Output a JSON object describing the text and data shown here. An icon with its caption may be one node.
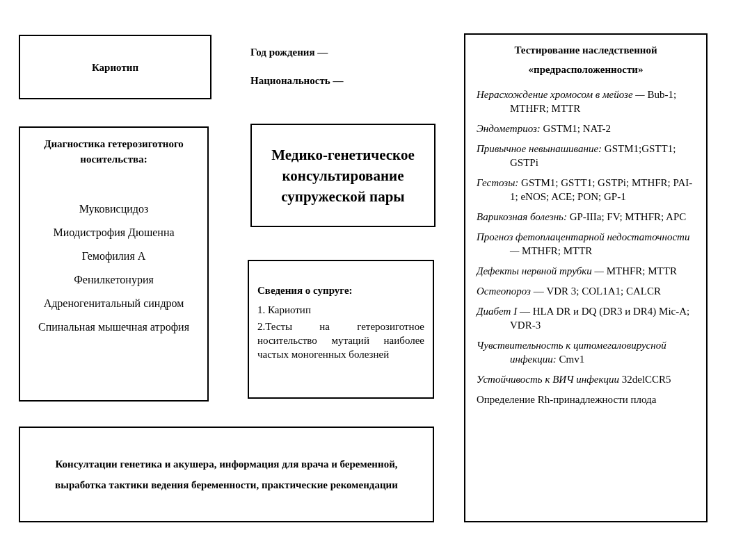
{
  "diagram": {
    "nodes": [
      {
        "text": [
          "Кариотип"
        ]
      },
      {
        "text": [
          "Диагностика гетерозиготного носительства:",
          "Муковисцидоз",
          "Миодистрофия Дюшенна",
          "Гемофилия А",
          "Фенилкетонурия",
          "Адреногенитальный синдром",
          "Спинальная мышечная атрофия"
        ]
      },
      {
        "text": [
          "Медико-генетическое консультирование супружеской пары"
        ]
      },
      {
        "text": [
          "Сведения о супруге:",
          "1. Кариотип",
          "2.Тесты на гетерозиготное носительство мутаций наиболее частых моногенных болезней"
        ]
      },
      {
        "text": [
          "Консултации генетика и акушера, информация для врача и беременной, выработка тактики ведения беременности, практические рекомендации"
        ]
      },
      {
        "text": [
          "Тестирование наследственной «предрасположенности»",
          "*Нерасхождение хромосом в мейозе —* Bub-1; MTHFR; MTTR",
          "*Эндометриоз:* GSTM1; NAT-2",
          "*Привычное невынашивание:* GSTM1;GSTT1; GSTPi",
          "*Гестозы:* GSTM1; GSTT1; GSTPi; MTHFR; PAI-1; eNOS; ACE; PON; GP-1",
          "*Варикозная болезнь:* GP-IIIa; FV; MTHFR; APC",
          "*Прогноз фетоплацентарной недостаточности —* MTHFR; MTTR",
          "*Дефекты нервной трубки —* MTHFR; MTTR",
          "*Остеопороз* — VDR 3; COL1A1; CALCR",
          "*Диабет I* — HLA DR и DQ (DR3 и DR4) Mic-A; VDR-3",
          "*Чувствительность к цитомегаловирусной инфекции:* Cmv1",
          "*Устойчивость к ВИЧ инфекции* 32delCCR5",
          "Определение Rh-принадлежности плода"
        ]
      }
    ],
    "edges": [],
    "labels": [
      "Год рождения —",
      "Национальность —"
    ]
  }
}
